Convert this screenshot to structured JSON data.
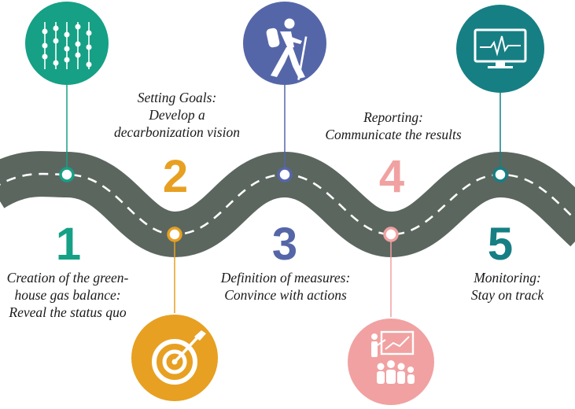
{
  "colors": {
    "road": "#5b665f",
    "dash": "#ffffff",
    "step1": "#16a085",
    "step2": "#e7a021",
    "step3": "#5566a8",
    "step4": "#f1a1a1",
    "step5": "#167f84"
  },
  "steps": [
    {
      "number": "1",
      "caption": [
        "Creation of the green-",
        "house gas balance:",
        "Reveal the status quo"
      ],
      "icon": "abacus-icon"
    },
    {
      "number": "2",
      "caption": [
        "Setting Goals:",
        "Develop a",
        "decarbonization vision"
      ],
      "icon": "target-arrow-icon"
    },
    {
      "number": "3",
      "caption": [
        "Definition of measures:",
        "Convince with actions"
      ],
      "icon": "hiker-icon"
    },
    {
      "number": "4",
      "caption": [
        "Reporting:",
        "Communicate the results"
      ],
      "icon": "presentation-audience-icon"
    },
    {
      "number": "5",
      "caption": [
        "Monitoring:",
        "Stay on track"
      ],
      "icon": "monitor-pulse-icon"
    }
  ]
}
